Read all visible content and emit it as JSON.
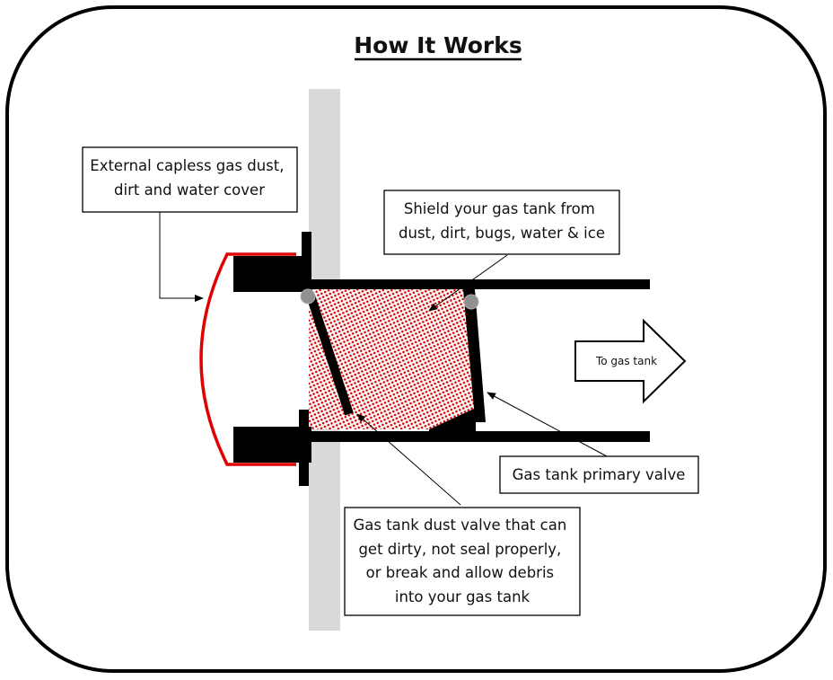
{
  "title": "How It Works",
  "labels": {
    "external_cover": [
      "External capless gas dust,",
      "dirt and water cover"
    ],
    "shield": [
      "Shield your gas tank from",
      "dust, dirt, bugs, water & ice"
    ],
    "primary_valve": [
      "Gas tank primary valve"
    ],
    "dust_valve": [
      "Gas tank dust valve that can",
      "get dirty, not seal properly,",
      "or break and allow debris",
      "into your gas tank"
    ],
    "to_tank_arrow": "To gas tank"
  },
  "colors": {
    "frame": "#000000",
    "wall": "#d9d9d9",
    "cover": "#e00000",
    "debris_dots": "#d40000",
    "hinge": "#909090",
    "solid": "#000000"
  }
}
